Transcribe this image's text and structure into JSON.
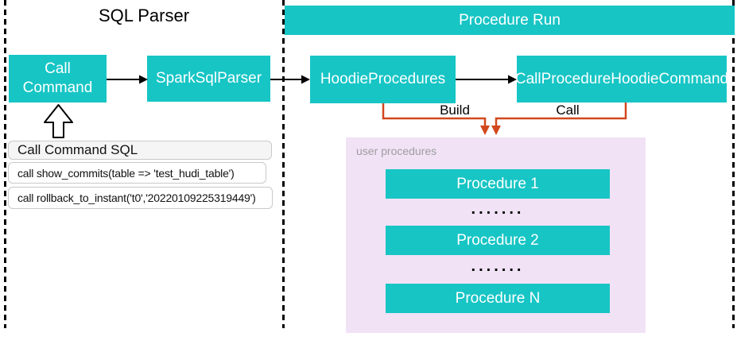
{
  "sections": {
    "sql_parser": {
      "title": "SQL Parser"
    },
    "procedure_run": {
      "title": "Procedure Run"
    }
  },
  "nodes": {
    "call_command": "Call Command",
    "spark_sql_parser": "SparkSqlParser",
    "hoodie_procedures": "HoodieProcedures",
    "call_procedure_hoodie_command": "CallProcedureHoodieCommand"
  },
  "edges": {
    "build_label": "Build",
    "call_label": "Call"
  },
  "sql_card": {
    "header": "Call Command SQL",
    "rows": [
      "call show_commits(table => 'test_hudi_table')",
      "call rollback_to_instant('t0','20220109225319449')"
    ]
  },
  "user_procedures": {
    "label": "user procedures",
    "items": [
      "Procedure 1",
      "Procedure 2",
      "Procedure N"
    ],
    "dots": "......."
  },
  "colors": {
    "node_fill": "#17C5C5",
    "container_fill": "#F1E2F6",
    "connector_orange": "#D2481D",
    "connector_black": "#000000",
    "muted_label": "#9E9E9E"
  }
}
